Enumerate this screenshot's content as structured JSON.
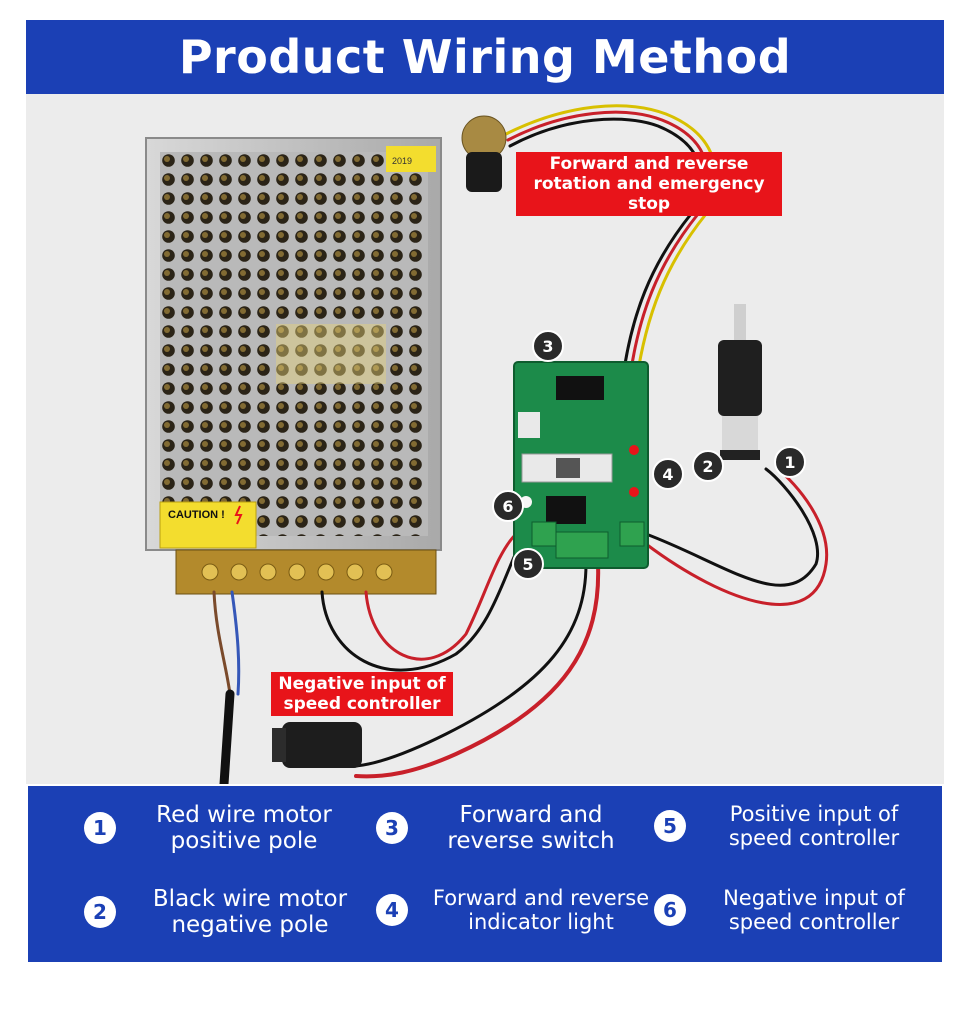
{
  "header": {
    "title": "Product Wiring Method"
  },
  "photo": {
    "caution_label": "CAUTION !",
    "year_label": "2019",
    "callouts": {
      "top": "Forward and reverse rotation and emergency stop",
      "bottom": "Negative input of speed controller"
    },
    "badges": [
      "1",
      "2",
      "3",
      "4",
      "5",
      "6"
    ]
  },
  "legend": {
    "items": [
      {
        "num": "1",
        "text": "Red wire motor positive pole"
      },
      {
        "num": "3",
        "text": "Forward and reverse switch"
      },
      {
        "num": "5",
        "text": "Positive input of speed controller"
      },
      {
        "num": "2",
        "text": "Black wire motor negative pole"
      },
      {
        "num": "4",
        "text": "Forward and reverse indicator light"
      },
      {
        "num": "6",
        "text": "Negative input of speed controller"
      }
    ]
  },
  "colors": {
    "banner": "#1b40b5",
    "callout": "#e8141a"
  }
}
